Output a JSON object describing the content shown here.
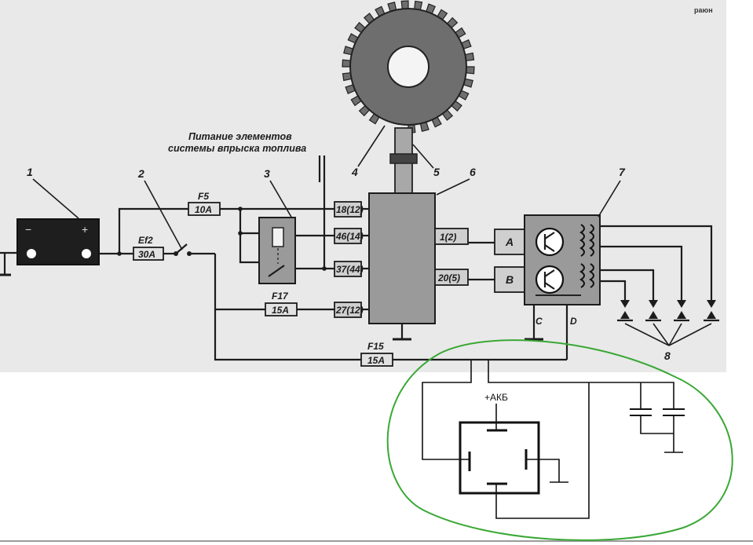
{
  "diagram": {
    "caption": [
      "Питание элементов",
      "системы впрыска топлива"
    ],
    "watermark": "раюн",
    "callouts": [
      "1",
      "2",
      "3",
      "4",
      "5",
      "6",
      "7",
      "8"
    ],
    "fuses": [
      {
        "name": "F5",
        "rating": "10A"
      },
      {
        "name": "Ef2",
        "rating": "30A"
      },
      {
        "name": "F17",
        "rating": "15A"
      },
      {
        "name": "F15",
        "rating": "15A"
      }
    ],
    "ecu_pins": [
      "18(12)",
      "46(14)",
      "37(44)",
      "27(12)",
      "1(2)",
      "20(5)"
    ],
    "ignition_module": {
      "inputs": [
        "A",
        "B"
      ],
      "terminals": [
        "C",
        "D"
      ]
    },
    "battery_marks": [
      "−",
      "+"
    ],
    "added_circuit": {
      "supply_label": "+АКБ"
    },
    "colors": {
      "wire": "#1c1c1c",
      "component_fill": "#9a9a9a",
      "outline": "#3aa835"
    }
  }
}
